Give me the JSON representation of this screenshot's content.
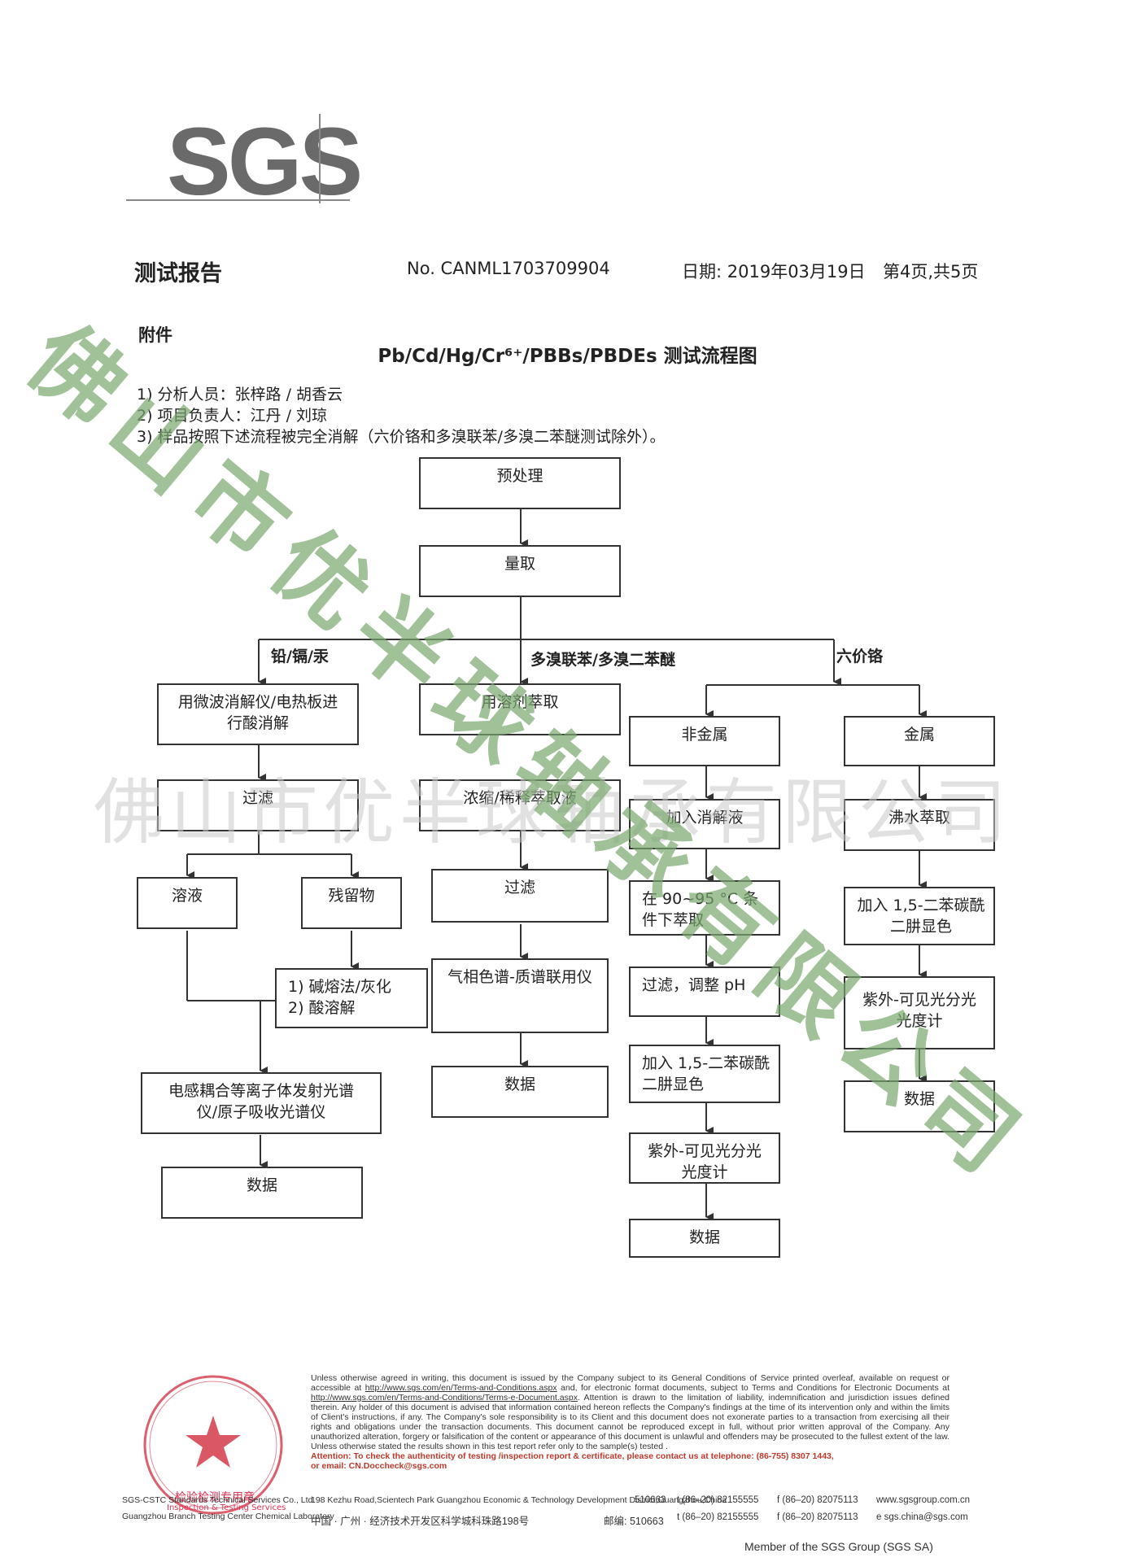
{
  "header": {
    "logo": "SGS",
    "report_title": "测试报告",
    "report_no": "No. CANML1703709904",
    "date": "日期: 2019年03月19日",
    "page": "第4页,共5页",
    "attachment": "附件"
  },
  "flow_title": "Pb/Cd/Hg/Cr⁶⁺/PBBs/PBDEs 测试流程图",
  "notes": [
    "1) 分析人员：张梓路 / 胡香云",
    "2) 项目负责人：江丹 / 刘琼",
    "3) 样品按照下述流程被完全消解（六价铬和多溴联苯/多溴二苯醚测试除外）。"
  ],
  "branches": {
    "heavy_metal": "铅/镉/汞",
    "pbb": "多溴联苯/多溴二苯醚",
    "cr": "六价铬"
  },
  "steps": {
    "pretreat": "预处理",
    "measure": "量取",
    "microwave": "用微波消解仪/电热板进行酸消解",
    "filter1": "过滤",
    "solution": "溶液",
    "residue": "残留物",
    "alkali1": "1) 碱熔法/灰化",
    "alkali2": "2) 酸溶解",
    "icp": "电感耦合等离子体发射光谱仪/原子吸收光谱仪",
    "data1": "数据",
    "solvent": "用溶剂萃取",
    "concentrate": "浓缩/稀释萃取液",
    "filter2": "过滤",
    "gcms": "气相色谱-质谱联用仪",
    "data2": "数据",
    "nonmetal": "非金属",
    "digest": "加入消解液",
    "heat": "在 90~95 °C 条件下萃取",
    "filter_ph": "过滤，调整 pH",
    "dpc1": "加入 1,5-二苯碳酰二肼显色",
    "uv1": "紫外-可见光分光光度计",
    "data3": "数据",
    "metal": "金属",
    "boil": "沸水萃取",
    "dpc2": "加入 1,5-二苯碳酰二肼显色",
    "uv2": "紫外-可见光分光光度计",
    "data4": "数据"
  },
  "watermarks": {
    "horizontal": "佛山市优半球轴承有限公司",
    "diagonal": "佛山市优半球轴承有限公司"
  },
  "footer": {
    "p1": "Unless otherwise agreed in writing, this document is issued by the Company subject to its General Conditions of Service printed overleaf, available on request or accessible at ",
    "link1": "http://www.sgs.com/en/Terms-and-Conditions.aspx",
    "p2": " and, for electronic format documents, subject to Terms and Conditions for Electronic Documents at ",
    "link2": "http://www.sgs.com/en/Terms-and-Conditions/Terms-e-Document.aspx",
    "p3": ". Attention is drawn to the limitation of liability, indemnification and jurisdiction issues defined therein. Any holder of this document is advised that information contained hereon reflects the Company's findings at the time of its intervention only and within the limits of Client's instructions, if any. The Company's sole responsibility is to its Client and this document does not exonerate parties to a transaction from exercising all their rights and obligations under the transaction documents. This document cannot be reproduced except in full, without prior written approval of the Company. Any unauthorized alteration, forgery or falsification of the content or appearance of this document is unlawful and offenders may be prosecuted to the fullest extent of the law. Unless otherwise stated the results shown in this test report refer only to the sample(s) tested .",
    "attention": "Attention: To check the authenticity of testing /inspection report & certificate, please contact us at telephone: (86-755) 8307 1443,",
    "email": "or email: CN.Doccheck@sgs.com",
    "addr_en": "198 Kezhu Road,Scientech Park Guangzhou Economic & Technology Development District,Guangzhou,China",
    "zip_en": "510663",
    "tel_en": "t (86–20) 82155555",
    "fax_en": "f (86–20) 82075113",
    "web": "www.sgsgroup.com.cn",
    "addr_cn": "中国 · 广州 · 经济技术开发区科学城科珠路198号",
    "zip_cn": "邮编: 510663",
    "tel_cn": "t (86–20) 82155555",
    "fax_cn": "f (86–20) 82075113",
    "email2": "e sgs.china@sgs.com",
    "company_en1": "SGS-CSTC Standards Technical Services Co., Ltd.",
    "company_en2": "Guangzhou Branch Testing Center Chemical Laboratory",
    "member": "Member of the SGS Group (SGS SA)"
  },
  "seal": {
    "text": "检验检测专用章",
    "text_en": "Inspection & Testing Services"
  },
  "colors": {
    "watermark": "#7aa76f",
    "seal": "#d33a4a",
    "attention": "#c0392b"
  }
}
